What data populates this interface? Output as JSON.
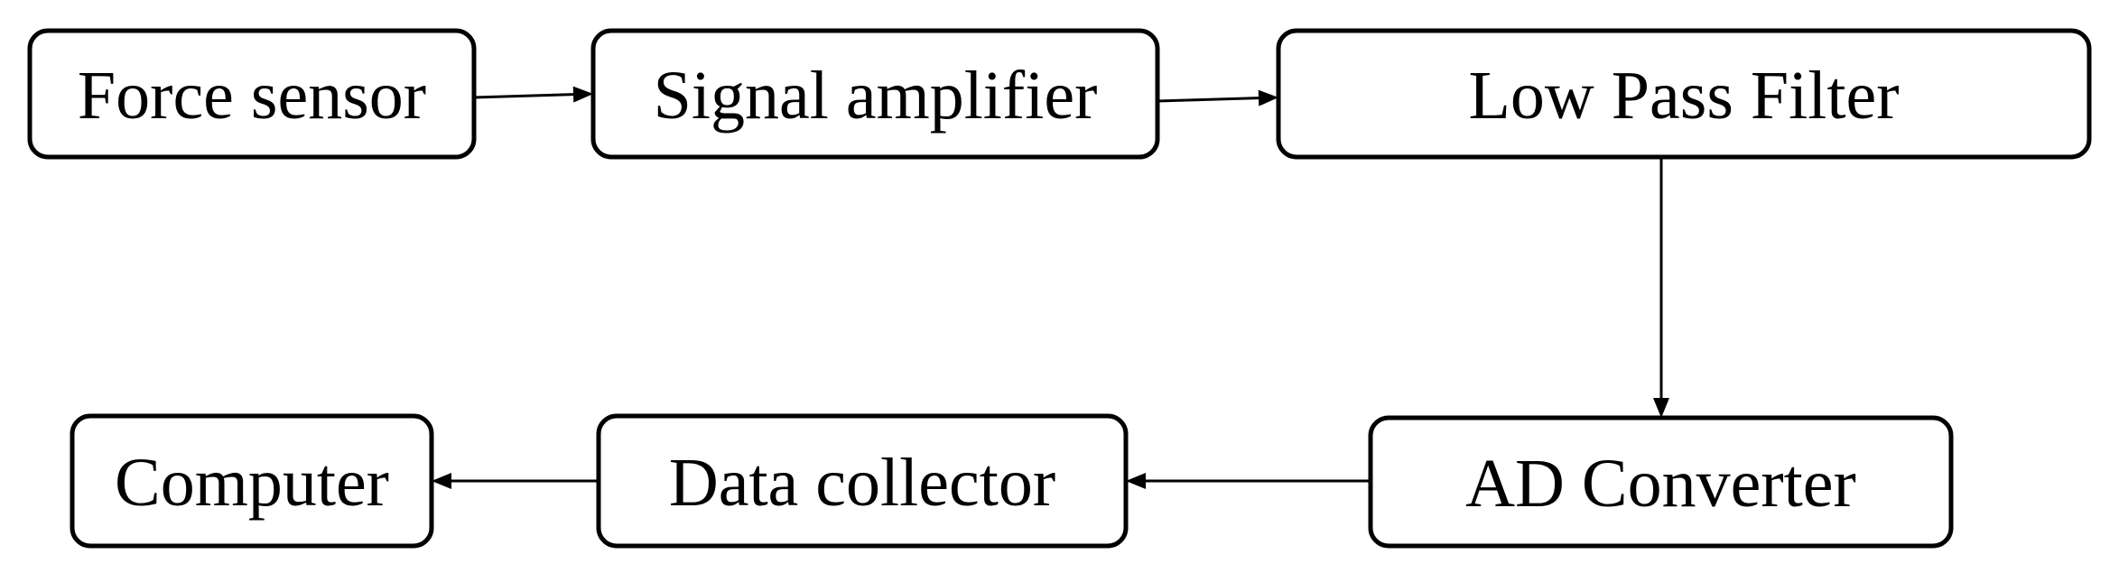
{
  "diagram": {
    "nodes": [
      {
        "id": "force_sensor",
        "label": "Force sensor"
      },
      {
        "id": "signal_amplifier",
        "label": "Signal amplifier"
      },
      {
        "id": "low_pass_filter",
        "label": "Low Pass Filter"
      },
      {
        "id": "ad_converter",
        "label": "AD Converter"
      },
      {
        "id": "data_collector",
        "label": "Data collector"
      },
      {
        "id": "computer",
        "label": "Computer"
      }
    ],
    "edges": [
      {
        "from": "force_sensor",
        "to": "signal_amplifier"
      },
      {
        "from": "signal_amplifier",
        "to": "low_pass_filter"
      },
      {
        "from": "low_pass_filter",
        "to": "ad_converter"
      },
      {
        "from": "ad_converter",
        "to": "data_collector"
      },
      {
        "from": "data_collector",
        "to": "computer"
      }
    ]
  }
}
